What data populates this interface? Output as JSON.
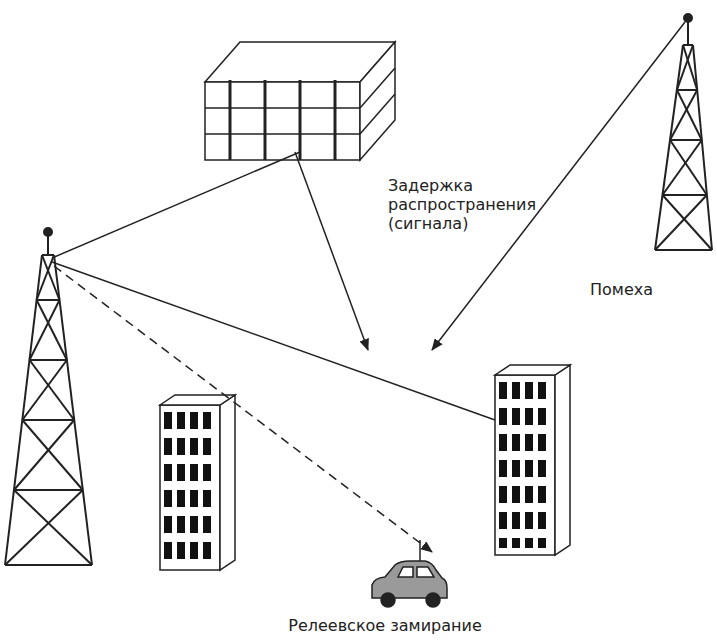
{
  "diagram": {
    "labels": [
      "Задержка распространения (сигнала)",
      "Помеха",
      "Релеевское замирание"
    ]
  }
}
